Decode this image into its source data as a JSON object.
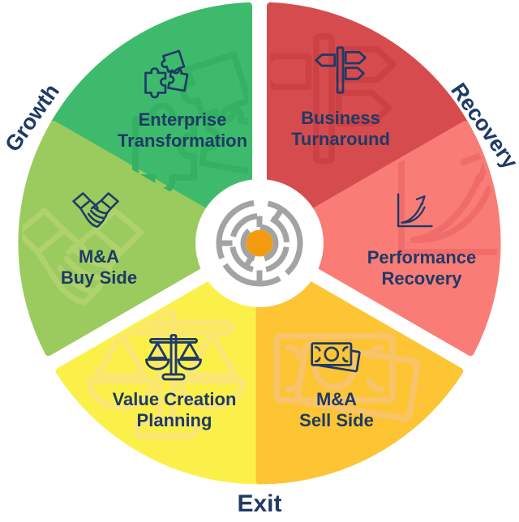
{
  "colors": {
    "background": "#FFFFFF",
    "label_navy": "#1E3A66",
    "maze_gray": "#A3A3A4",
    "maze_center_orange": "#F29B11"
  },
  "wheel": {
    "center_icon": "maze-icon",
    "outer_labels": [
      {
        "id": "growth",
        "label": "Growth"
      },
      {
        "id": "recovery",
        "label": "Recovery"
      },
      {
        "id": "exit",
        "label": "Exit"
      }
    ],
    "segments": [
      {
        "id": "enterprise-transformation",
        "phase": "Growth",
        "lines": [
          "Enterprise",
          "Transformation"
        ],
        "color": "#3EBA6C",
        "ghost_color": "#34B163",
        "icon": "puzzle-icon",
        "start_angle": 90,
        "end_angle": 150,
        "gap_at_start": true,
        "gap_at_end": false
      },
      {
        "id": "ma-buy-side",
        "phase": "Growth",
        "lines": [
          "M&A",
          "Buy Side"
        ],
        "color": "#9BCB5E",
        "ghost_color": "#AFD26C",
        "icon": "handshake-icon",
        "start_angle": 150,
        "end_angle": 210,
        "gap_at_start": false,
        "gap_at_end": true
      },
      {
        "id": "business-turnaround",
        "phase": "Recovery",
        "lines": [
          "Business",
          "Turnaround"
        ],
        "color": "#D64C4E",
        "ghost_color": "#CC4143",
        "icon": "signpost-icon",
        "start_angle": 30,
        "end_angle": 90,
        "gap_at_start": false,
        "gap_at_end": true
      },
      {
        "id": "performance-recovery",
        "phase": "Recovery",
        "lines": [
          "Performance",
          "Recovery"
        ],
        "color": "#F97C76",
        "ghost_color": "#F06C6A",
        "icon": "growth-chart-icon",
        "start_angle": -30,
        "end_angle": 30,
        "gap_at_start": true,
        "gap_at_end": false
      },
      {
        "id": "value-creation-planning",
        "phase": "Exit",
        "lines": [
          "Value Creation",
          "Planning"
        ],
        "color": "#FBF04A",
        "ghost_color": "#FAE772",
        "icon": "scales-icon",
        "start_angle": 210,
        "end_angle": 270,
        "gap_at_start": true,
        "gap_at_end": false
      },
      {
        "id": "ma-sell-side",
        "phase": "Exit",
        "lines": [
          "M&A",
          "Sell Side"
        ],
        "color": "#FDC433",
        "ghost_color": "#F8C467",
        "icon": "banknotes-icon",
        "start_angle": 270,
        "end_angle": 330,
        "gap_at_start": false,
        "gap_at_end": true
      }
    ]
  }
}
